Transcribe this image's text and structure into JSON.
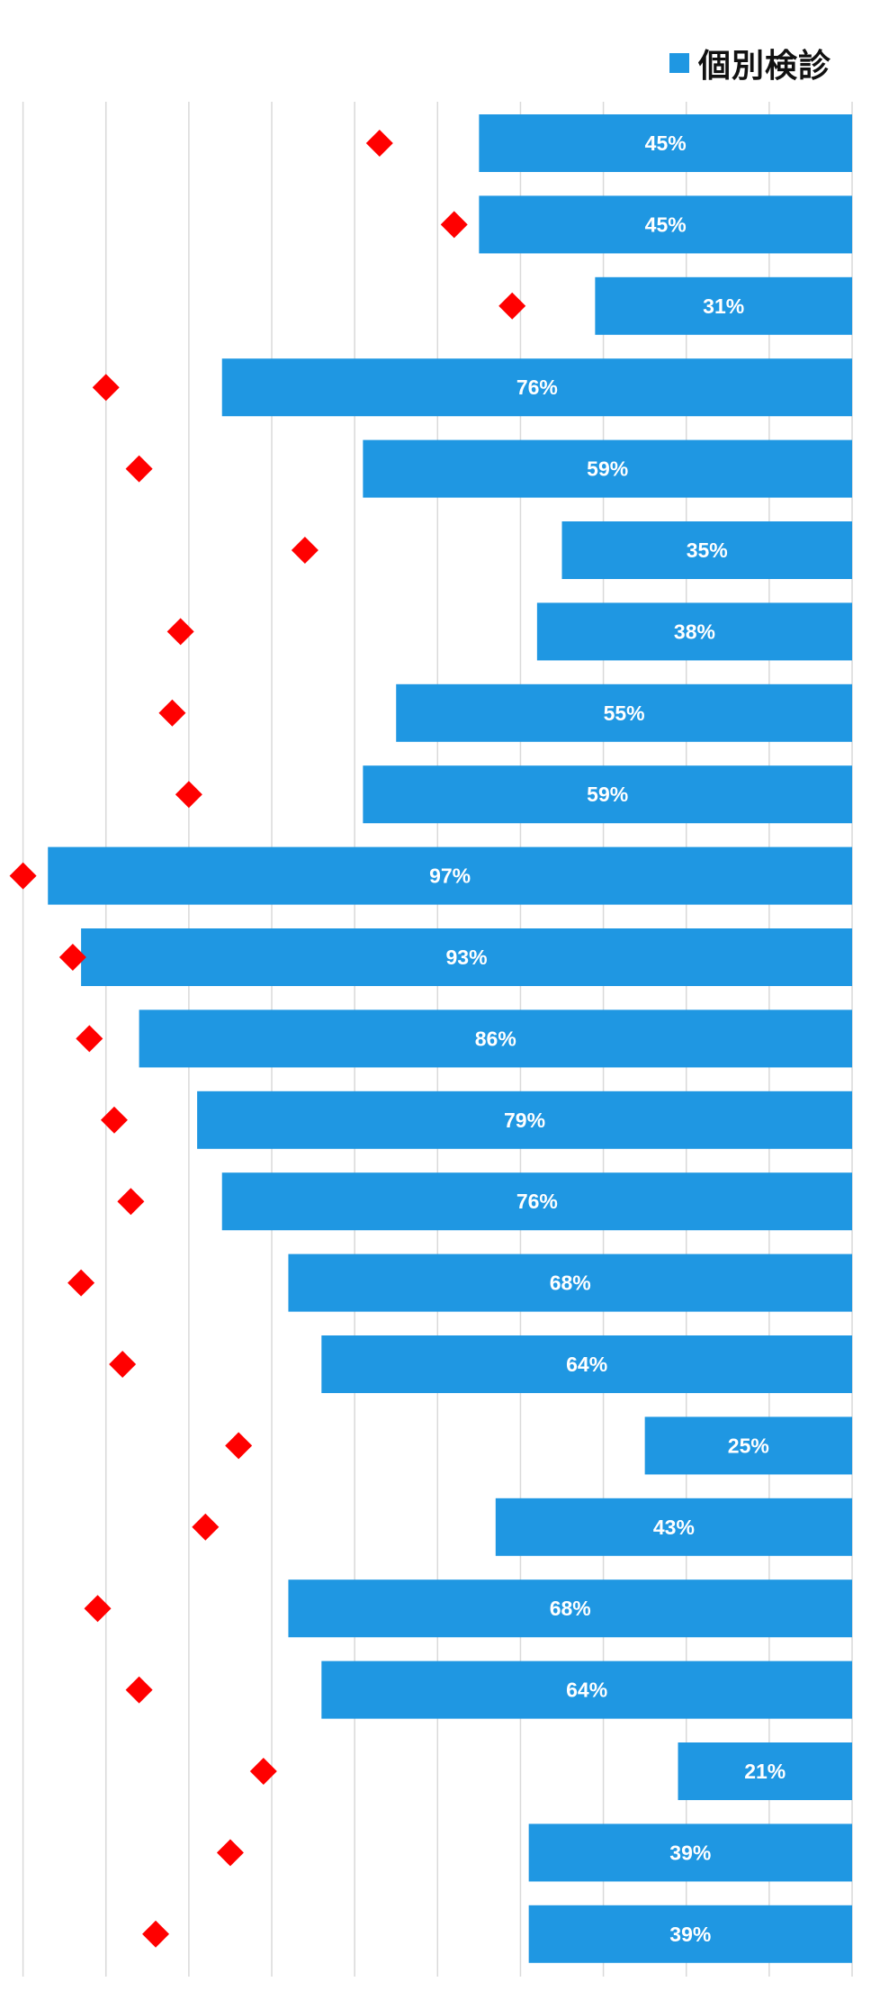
{
  "legend": {
    "series_label": "個別検診",
    "swatch_color": "#1f97e2"
  },
  "colors": {
    "bar": "#1f97e2",
    "marker": "#ff0000",
    "grid": "#d9d9d9",
    "label": "#ffffff"
  },
  "chart_data": {
    "type": "bar",
    "orientation": "horizontal",
    "direction": "right-to-left",
    "xlim": [
      0,
      100
    ],
    "grid": true,
    "legend_position": "top-right",
    "series": [
      {
        "name": "個別検診",
        "kind": "bar",
        "values": [
          45,
          45,
          31,
          76,
          59,
          35,
          38,
          55,
          59,
          97,
          93,
          86,
          79,
          76,
          68,
          64,
          25,
          43,
          68,
          64,
          21,
          39,
          39
        ],
        "labels": [
          "45%",
          "45%",
          "31%",
          "76%",
          "59%",
          "35%",
          "38%",
          "55%",
          "59%",
          "97%",
          "93%",
          "86%",
          "79%",
          "76%",
          "68%",
          "64%",
          "25%",
          "43%",
          "68%",
          "64%",
          "21%",
          "39%",
          "39%"
        ]
      },
      {
        "kind": "marker",
        "marker": "diamond",
        "values": [
          57,
          48,
          41,
          90,
          86,
          66,
          81,
          82,
          80,
          100,
          94,
          92,
          89,
          87,
          93,
          88,
          74,
          78,
          91,
          86,
          71,
          75,
          84
        ]
      }
    ]
  }
}
